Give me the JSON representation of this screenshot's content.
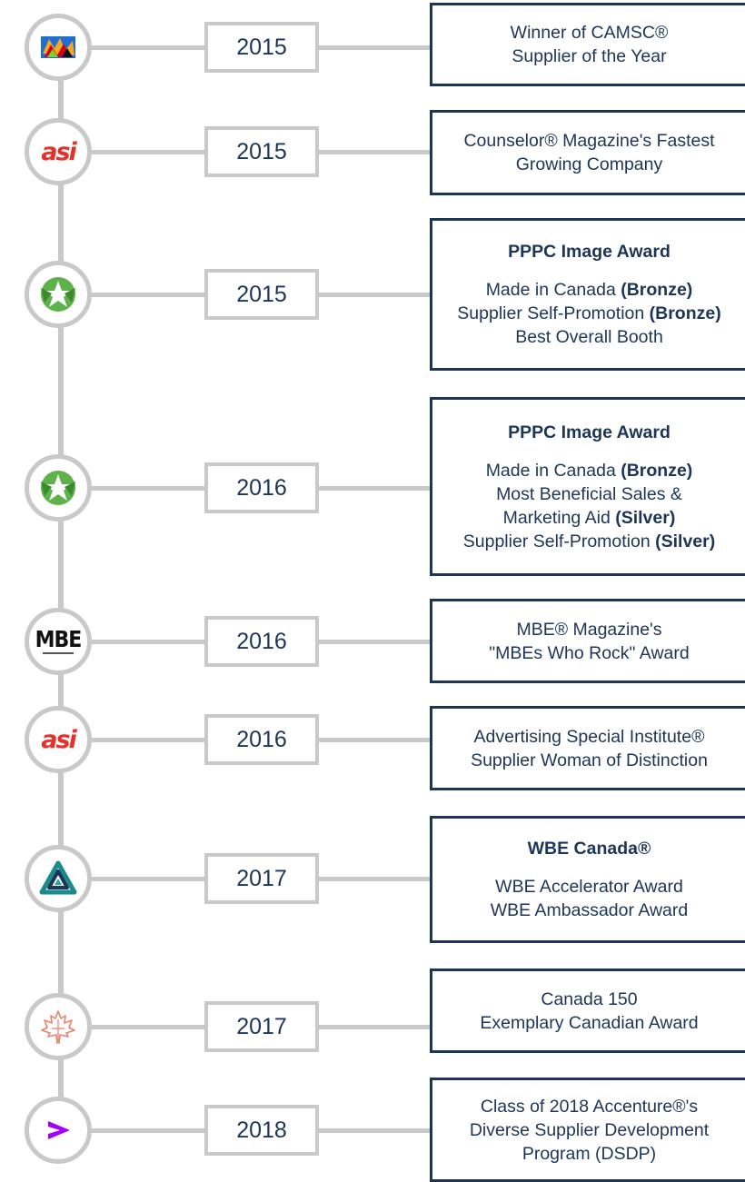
{
  "awards": [
    {
      "year": "2015",
      "icon": "camsc-logo-icon",
      "lines": [
        [
          "Winner of CAMSC®",
          ""
        ],
        [
          "Supplier of the Year",
          ""
        ]
      ]
    },
    {
      "year": "2015",
      "icon": "asi-logo-icon",
      "logo_text": "asi",
      "lines": [
        [
          "Counselor® Magazine's Fastest",
          ""
        ],
        [
          "Growing Company",
          ""
        ]
      ]
    },
    {
      "year": "2015",
      "icon": "pppc-logo-icon",
      "title": "PPPC Image Award",
      "lines": [
        [
          "Made in Canada ",
          "(Bronze)"
        ],
        [
          "Supplier Self-Promotion ",
          "(Bronze)"
        ],
        [
          "Best Overall Booth",
          ""
        ]
      ]
    },
    {
      "year": "2016",
      "icon": "pppc-logo-icon",
      "title": "PPPC Image Award",
      "lines": [
        [
          "Made in Canada ",
          "(Bronze)"
        ],
        [
          "Most Beneficial Sales &",
          ""
        ],
        [
          "Marketing Aid ",
          "(Silver)"
        ],
        [
          "Supplier Self-Promotion ",
          "(Silver)"
        ]
      ]
    },
    {
      "year": "2016",
      "icon": "mbe-logo-icon",
      "logo_text": "MBE",
      "lines": [
        [
          "MBE® Magazine's",
          ""
        ],
        [
          "\"MBEs Who Rock\" Award",
          ""
        ]
      ]
    },
    {
      "year": "2016",
      "icon": "asi-logo-icon",
      "logo_text": "asi",
      "lines": [
        [
          "Advertising Special Institute®",
          ""
        ],
        [
          "Supplier Woman of Distinction",
          ""
        ]
      ]
    },
    {
      "year": "2017",
      "icon": "wbe-canada-logo-icon",
      "title": "WBE Canada®",
      "lines": [
        [
          "WBE Accelerator Award",
          ""
        ],
        [
          "WBE Ambassador Award",
          ""
        ]
      ]
    },
    {
      "year": "2017",
      "icon": "maple-leaf-logo-icon",
      "lines": [
        [
          "Canada 150",
          ""
        ],
        [
          "Exemplary Canadian Award",
          ""
        ]
      ]
    },
    {
      "year": "2018",
      "icon": "accenture-logo-icon",
      "lines": [
        [
          "Class of 2018 Accenture®'s",
          ""
        ],
        [
          "Diverse Supplier Development",
          ""
        ],
        [
          "Program (DSDP)",
          ""
        ]
      ]
    }
  ],
  "colors": {
    "navy": "#1d3557",
    "gray": "#c9c9c9",
    "asi_red": "#e4312b",
    "pppc_green": "#5fb14a",
    "wbe_teal": "#1a8a8a",
    "accenture_purple": "#a100ff",
    "maple_red": "#e9826e"
  }
}
